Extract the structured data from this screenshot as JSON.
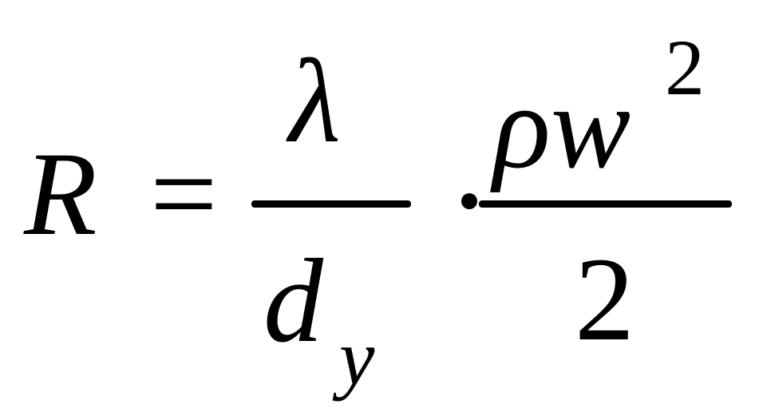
{
  "formula": {
    "lhs": "R",
    "equals": "=",
    "fraction_1": {
      "numerator": "λ",
      "denominator_main": "d",
      "denominator_subscript": "y"
    },
    "multiply": "·",
    "fraction_2": {
      "numerator_main": "ρw",
      "numerator_superscript": "2",
      "denominator": "2"
    },
    "text_color": "#000000",
    "background_color": "#ffffff"
  }
}
